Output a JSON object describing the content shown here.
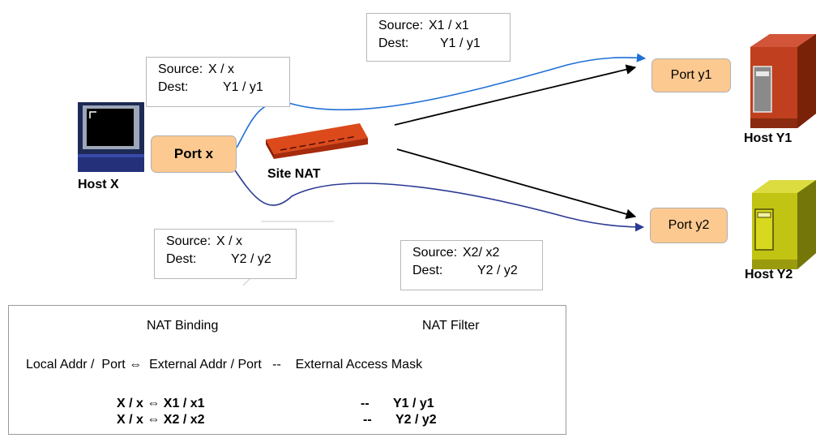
{
  "hosts": {
    "x": {
      "name": "Host X"
    },
    "y1": {
      "name": "Host Y1"
    },
    "y2": {
      "name": "Host Y2"
    },
    "nat": {
      "name": "Site NAT"
    }
  },
  "ports": {
    "x": "Port x",
    "y1": "Port y1",
    "y2": "Port y2"
  },
  "labels": {
    "top_left": {
      "src_k": "Source:",
      "src_v": "X / x",
      "dst_k": "Dest:",
      "dst_v": "Y1 / y1"
    },
    "top_right": {
      "src_k": "Source:",
      "src_v": "X1 / x1",
      "dst_k": "Dest:",
      "dst_v": "Y1 / y1"
    },
    "bottom_left": {
      "src_k": "Source:",
      "src_v": "X / x",
      "dst_k": "Dest:",
      "dst_v": "Y2 / y2"
    },
    "bottom_right": {
      "src_k": "Source:",
      "src_v": "X2/ x2",
      "dst_k": "Dest:",
      "dst_v": "Y2 / y2"
    }
  },
  "table": {
    "binding_header": "NAT Binding",
    "filter_header": "NAT Filter",
    "columns_line": "Local Addr /  Port ⇔  External Addr / Port   --    External Access Mask",
    "rows": [
      {
        "binding": "X / x ⇔ X1 / x1",
        "sep": "--",
        "filter": "Y1 / y1"
      },
      {
        "binding": "X / x ⇔ X2 / x2",
        "sep": "--",
        "filter": "Y2 / y2"
      }
    ]
  },
  "colors": {
    "port_fill": "#fcc990",
    "blue_path": "#1f6fd6",
    "navy_path": "#2b3a93",
    "nat_red": "#c8320f",
    "host_y1": "#b8381a",
    "host_y2": "#c2c413"
  }
}
